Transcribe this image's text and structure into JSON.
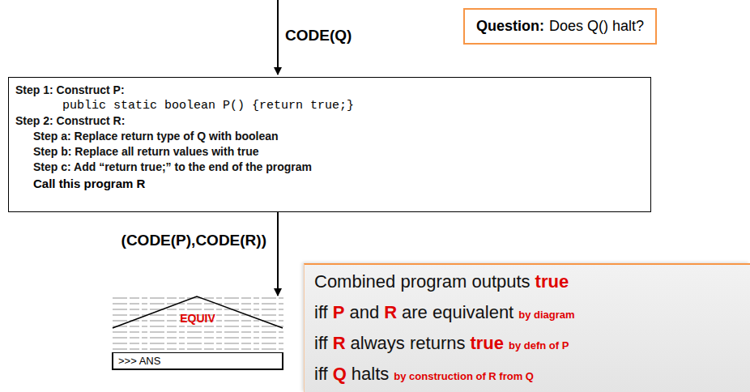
{
  "diagram": {
    "nodes": [
      {
        "text": [
          "Question:",
          "Does Q() halt?"
        ]
      },
      {
        "text": [
          "Step 1: Construct P:",
          "public static boolean P() {return true;}",
          "Step 2: Construct R:",
          "Step a: Replace return type of Q with boolean",
          "Step b: Replace all return values with true",
          "Step c: Add “return true;” to the end of the program",
          "Call this program R"
        ]
      },
      {
        "text": [
          "EQUIV",
          ">>> ANS"
        ]
      },
      {
        "text": [
          "Combined program outputs",
          "true",
          "iff",
          "P",
          "and",
          "R",
          "are equivalent",
          "by diagram",
          "iff",
          "R",
          "always returns",
          "true",
          "by defn of P",
          "iff",
          "Q",
          "halts",
          "by construction of R from Q"
        ]
      }
    ],
    "edges": [
      {
        "from": 1,
        "to": 2,
        "arrow": "to",
        "label": "(CODE(P),CODE(R))"
      }
    ],
    "labels": [
      "CODE(Q)"
    ]
  }
}
